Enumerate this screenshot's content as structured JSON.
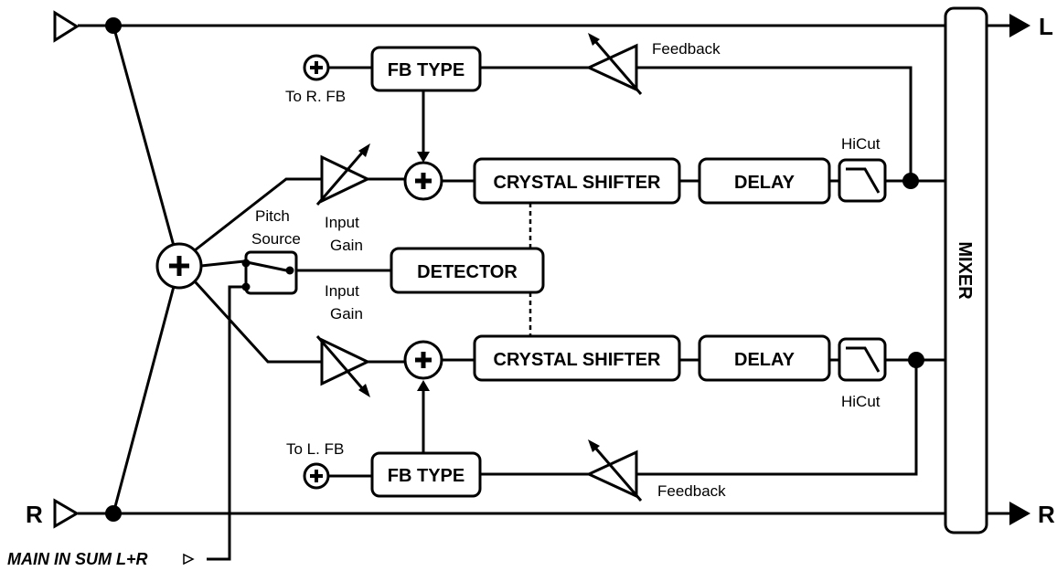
{
  "labels": {
    "out_l": "L",
    "out_r": "R",
    "in_r": "R",
    "main_in": "MAIN IN SUM L+R",
    "mixer": "MIXER",
    "fb_type": "FB TYPE",
    "crystal_shifter": "CRYSTAL SHIFTER",
    "delay": "DELAY",
    "detector": "DETECTOR",
    "hicut": "HiCut",
    "feedback": "Feedback",
    "to_r_fb": "To R. FB",
    "to_l_fb": "To L. FB",
    "pitch": "Pitch",
    "source": "Source",
    "input": "Input",
    "gain": "Gain"
  }
}
